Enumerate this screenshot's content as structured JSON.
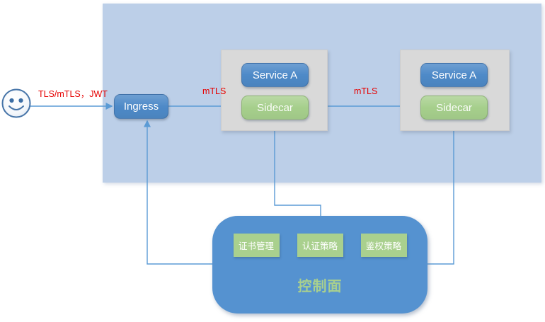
{
  "colors": {
    "mesh-bg": "#bccfe8",
    "pod-gray": "#d9d9d9",
    "node-blue": "#4e8ac8",
    "control-blue": "#5592d0",
    "node-green": "#a6cf8c",
    "module-green": "#a9d08e",
    "title-green": "#a9d08e",
    "label-red": "#e60000",
    "line-blue": "#5b9bd5"
  },
  "user": {
    "icon": "smiley-face"
  },
  "mesh": {
    "ingress_label": "Ingress",
    "pods": [
      {
        "service_label": "Service A",
        "sidecar_label": "Sidecar"
      },
      {
        "service_label": "Service A",
        "sidecar_label": "Sidecar"
      }
    ]
  },
  "edges": {
    "user_to_ingress_label": "TLS/mTLS，JWT",
    "ingress_to_sidecar_label": "mTLS",
    "sidecar_to_sidecar_label": "mTLS"
  },
  "control_plane": {
    "title": "控制面",
    "modules": [
      {
        "label": "证书管理"
      },
      {
        "label": "认证策略"
      },
      {
        "label": "鉴权策略"
      }
    ]
  }
}
